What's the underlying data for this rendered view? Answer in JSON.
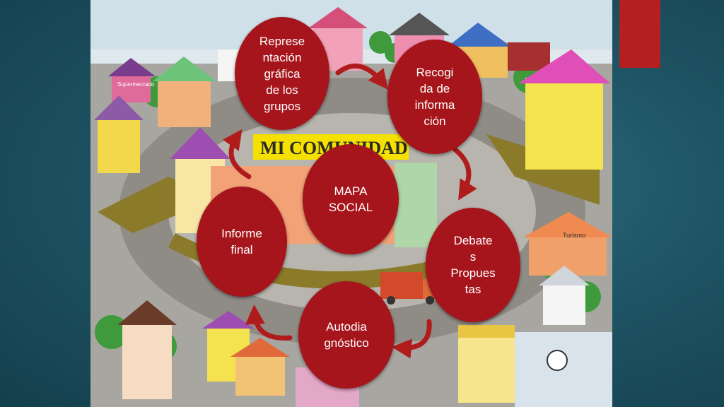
{
  "diagram": {
    "center": "MAPA\nSOCIAL",
    "nodes": [
      {
        "id": "representacion",
        "label": "Represe\nntación\ngráfica\nde los\ngrupos"
      },
      {
        "id": "recogida",
        "label": "Recogi\nda de\ninforma\nción"
      },
      {
        "id": "debates",
        "label": "Debate\ns\nPropues\ntas"
      },
      {
        "id": "autodiagnostico",
        "label": "Autodia\ngnóstico"
      },
      {
        "id": "informe",
        "label": "Informe\nfinal"
      }
    ]
  },
  "illustration": {
    "banner_text": "MI COMUNIDAD",
    "sign_texts": [
      "Supermercado",
      "Turismo"
    ]
  },
  "colors": {
    "node_fill": "#a6151b",
    "arrow_red": "#b01c1c",
    "accent": "#b41f1f",
    "background": "#1f5565"
  }
}
